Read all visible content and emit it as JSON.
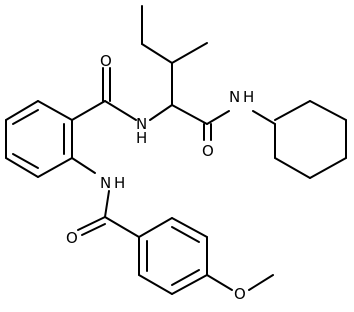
{
  "molecule": {
    "atom_labels": {
      "amide_o_upper": "O",
      "amide_nh_upper": "N",
      "amide_h_upper": "H",
      "amide_nh_right": "N",
      "amide_h_right": "H",
      "amide_o_mid": "O",
      "aniline_n": "N",
      "aniline_h": "H",
      "amide_o_lower": "O",
      "methoxy_o": "O"
    }
  }
}
